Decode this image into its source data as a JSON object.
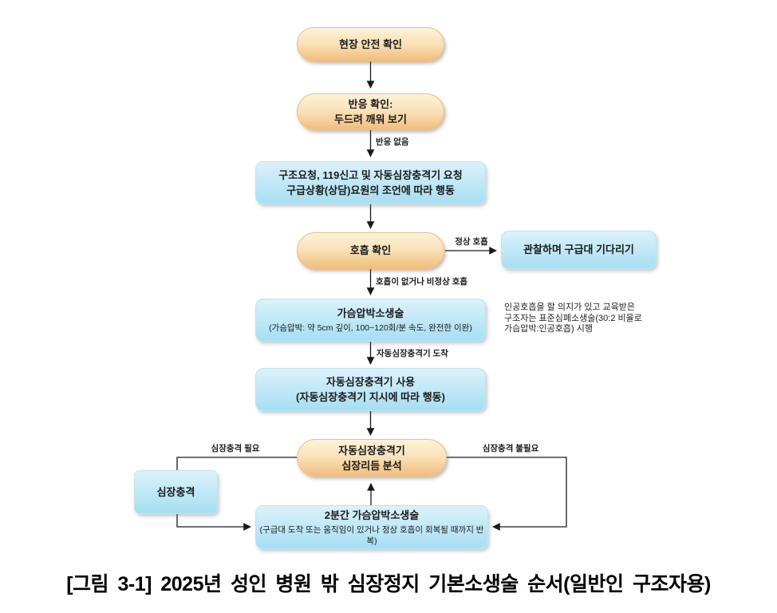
{
  "colors": {
    "pill_top": "#fdf2d8",
    "pill_mid": "#f9e2b8",
    "pill_bottom": "#f2bd7b",
    "pill_border": "#eabf85",
    "box_top": "#dbf2fb",
    "box_bottom": "#a7def2",
    "box_border": "#bce4f2",
    "line": "#1a1a1a",
    "text": "#1b1b1b"
  },
  "nodes": {
    "scene_safety": {
      "label": "현장 안전 확인"
    },
    "response_check": {
      "line1": "반응 확인:",
      "line2": "두드려 깨워 보기"
    },
    "call_for_help": {
      "line1": "구조요청, 119신고 및 자동심장충격기 요청",
      "line2": "구급상황(상담)요원의 조언에 따라 행동"
    },
    "breathing_check": {
      "label": "호흡 확인"
    },
    "observe_wait": {
      "label": "관찰하며 구급대 기다리기"
    },
    "chest_compression": {
      "title": "가슴압박소생술",
      "subtitle": "(가슴압박: 약 5cm 깊이, 100~120회/분 속도, 완전한 이완)"
    },
    "aed_use": {
      "line1": "자동심장충격기 사용",
      "line2": "(자동심장충격기 지시에 따라 행동)"
    },
    "rhythm_analysis": {
      "line1": "자동심장충격기",
      "line2": "심장리듬 분석"
    },
    "shock": {
      "label": "심장충격"
    },
    "cpr_two_min": {
      "title": "2분간 가슴압박소생술",
      "subtitle": "(구급대 도착 또는 움직임이 있거나 정상 호흡이 회복될 때까지 반복)"
    }
  },
  "edge_labels": {
    "no_response": "반응 없음",
    "normal_breathing": "정상 호흡",
    "no_or_abnormal_breathing": "호흡이 없거나 비정상 호흡",
    "aed_arrival": "자동심장충격기 도착",
    "shock_needed": "심장충격 필요",
    "shock_not_needed": "심장충격 불필요"
  },
  "side_note": {
    "line1": "인공호흡을 할 의지가 있고 교육받은",
    "line2": "구조자는 표준심폐소생술(30:2 비율로",
    "line3": "가슴압박:인공호흡) 시행"
  },
  "caption": "[그림 3-1] 2025년 성인 병원 밖 심장정지 기본소생술 순서(일반인 구조자용)"
}
